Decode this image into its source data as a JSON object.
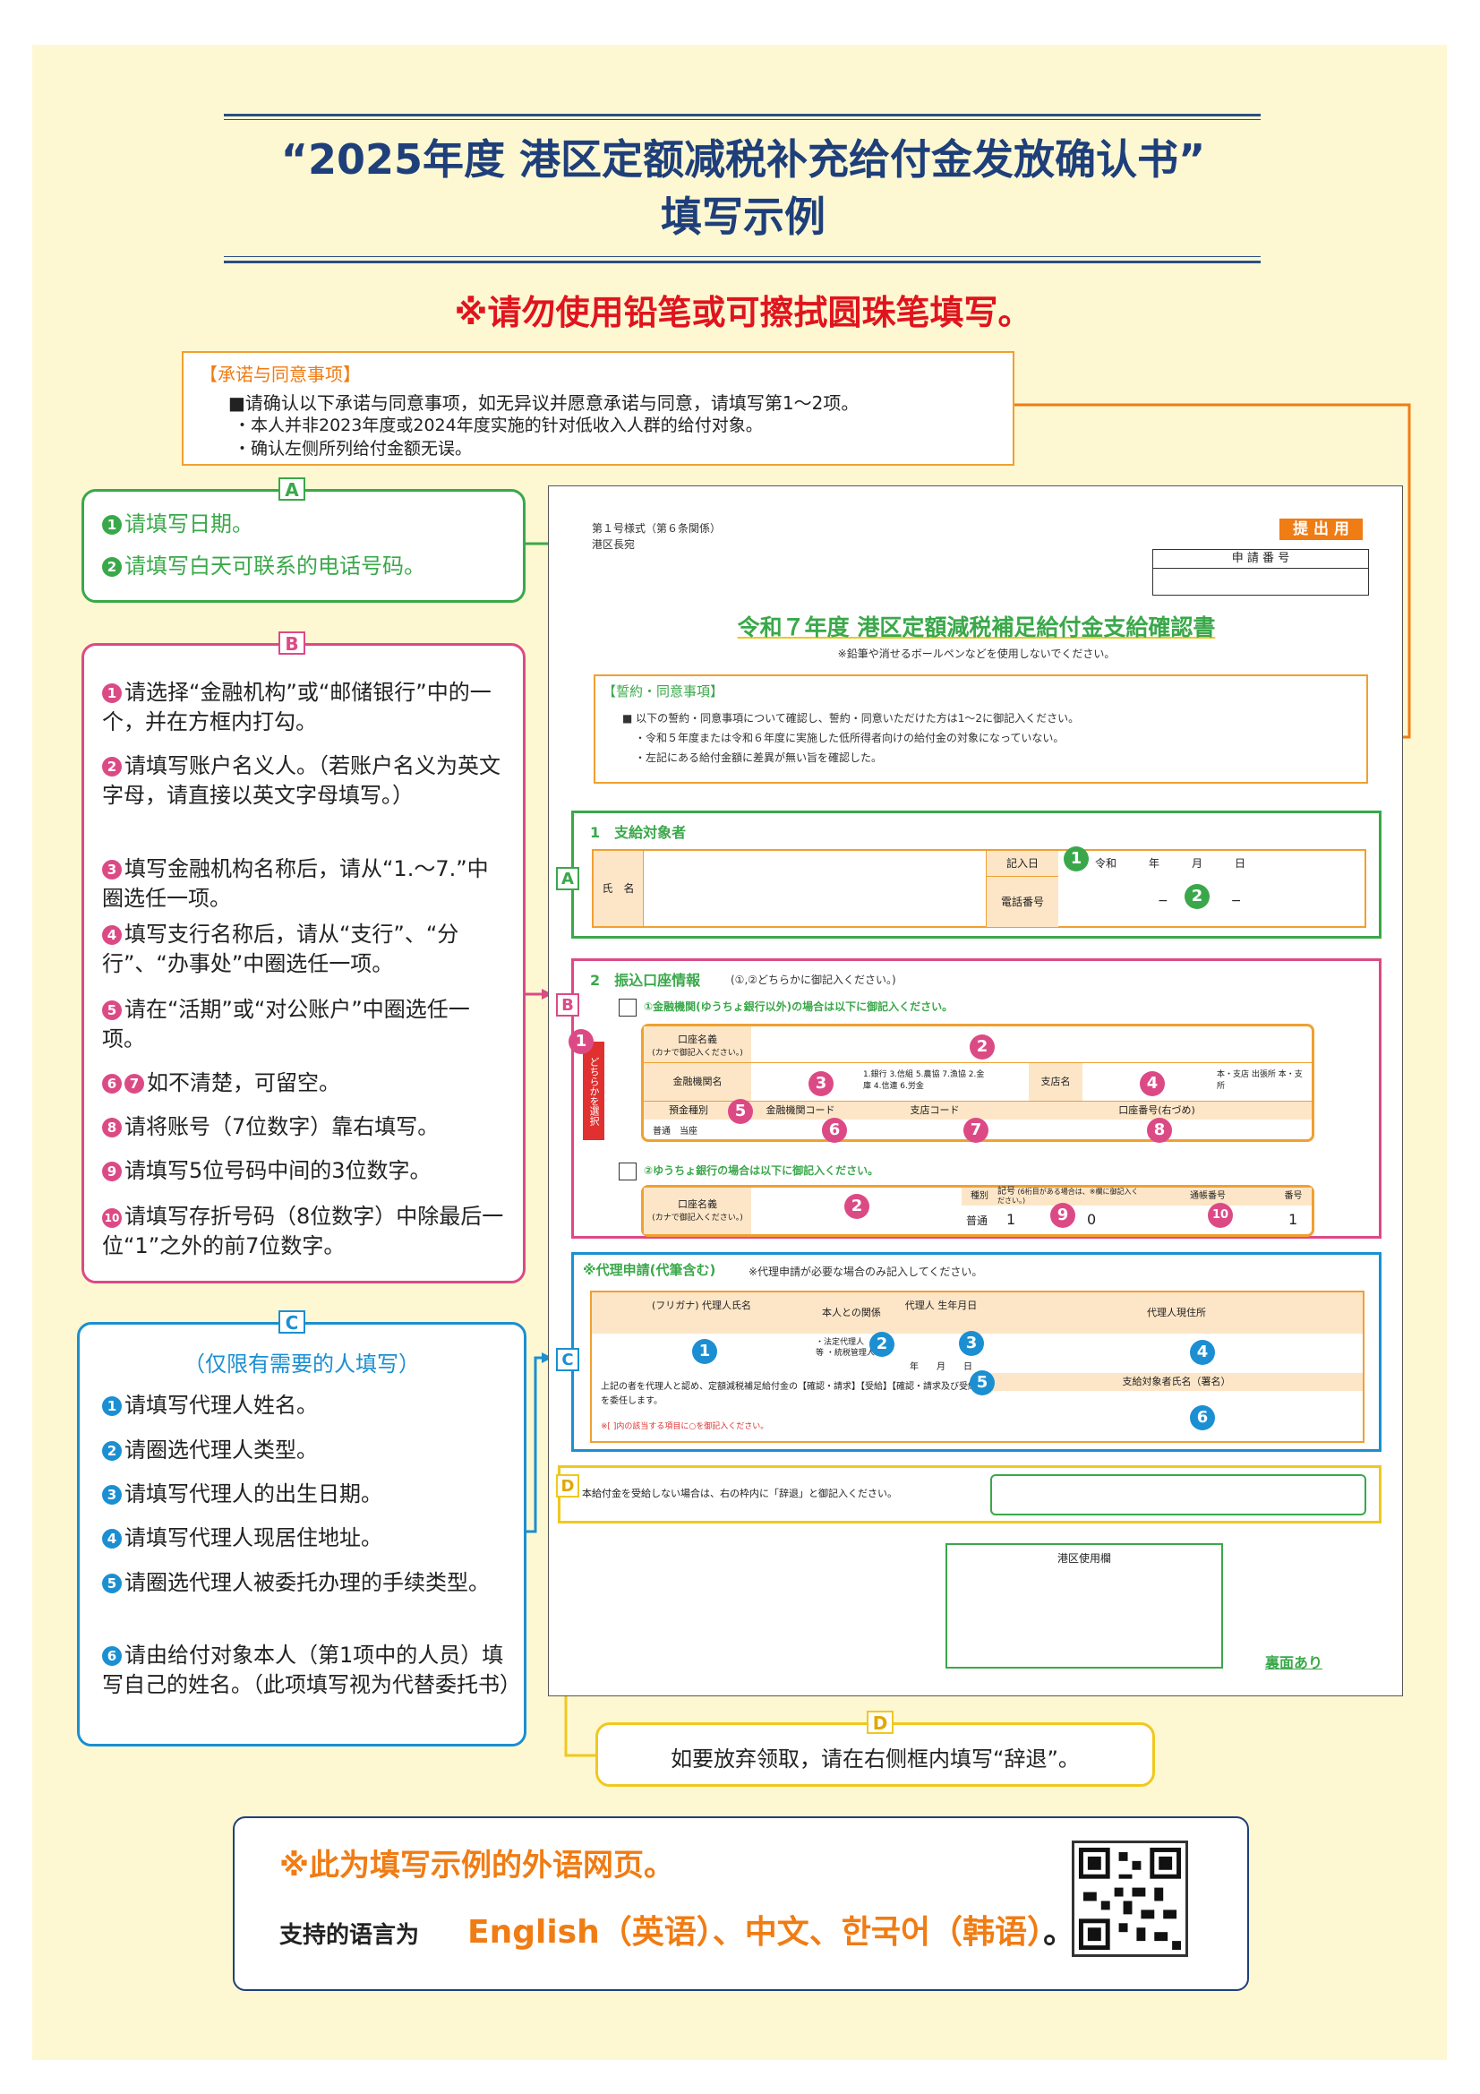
{
  "header": {
    "title_line1": "“2025年度 港区定额减税补充给付金发放确认书”",
    "title_line2": "填写示例",
    "warning": "※请勿使用铅笔或可擦拭圆珠笔填写。"
  },
  "pledge": {
    "heading": "【承诺与同意事项】",
    "line1": "■请确认以下承诺与同意事项，如无异议并愿意承诺与同意，请填写第1〜2项。",
    "line2": "・本人并非2023年度或2024年度实施的针对低收入人群的给付对象。",
    "line3": "・确认左侧所列给付金额无误。"
  },
  "section_a": {
    "tag": "A",
    "items": [
      "请填写日期。",
      "请填写白天可联系的电话号码。"
    ]
  },
  "section_b": {
    "tag": "B",
    "items": [
      {
        "n": "1",
        "text": "请选择“金融机构”或“邮储银行”中的一个，并在方框内打勾。"
      },
      {
        "n": "2",
        "text": "请填写账户名义人。（若账户名义为英文字母，请直接以英文字母填写。）"
      },
      {
        "n": "3",
        "text": "填写金融机构名称后，请从“1.〜7.”中圈选任一项。"
      },
      {
        "n": "4",
        "text": "填写支行名称后，请从“支行”、“分行”、“办事处”中圈选任一项。"
      },
      {
        "n": "5",
        "text": "请在“活期”或“对公账户”中圈选任一项。"
      },
      {
        "n": "67",
        "text": "如不清楚，可留空。"
      },
      {
        "n": "8",
        "text": "请将账号（7位数字）靠右填写。"
      },
      {
        "n": "9",
        "text": "请填写5位号码中间的3位数字。"
      },
      {
        "n": "10",
        "text": "请填写存折号码（8位数字）中除最后一位“1”之外的前7位数字。"
      }
    ]
  },
  "section_c": {
    "tag": "C",
    "subtitle": "（仅限有需要的人填写）",
    "items": [
      {
        "n": "1",
        "text": "请填写代理人姓名。"
      },
      {
        "n": "2",
        "text": "请圈选代理人类型。"
      },
      {
        "n": "3",
        "text": "请填写代理人的出生日期。"
      },
      {
        "n": "4",
        "text": "请填写代理人现居住地址。"
      },
      {
        "n": "5",
        "text": "请圈选代理人被委托办理的手续类型。"
      },
      {
        "n": "6",
        "text": "请由给付对象本人（第1项中的人员）填写自己的姓名。（此项填写视为代替委托书）"
      }
    ]
  },
  "section_d": {
    "tag": "D",
    "text": "如要放弃领取，请在右侧框内填写“辞退”。"
  },
  "form": {
    "form_no": "第１号様式（第６条関係）",
    "addressee": "港区長宛",
    "submit_badge": "提 出 用",
    "app_no_label": "申 請 番 号",
    "title": "令和７年度 港区定額減税補足給付金支給確認書",
    "note": "※鉛筆や消せるボールペンなどを使用しないでください。",
    "pledge_heading": "【誓約・同意事項】",
    "pledge_line1": "■ 以下の誓約・同意事項について確認し、誓約・同意いただけた方は1〜2に御記入ください。",
    "pledge_line2": "・令和５年度または令和６年度に実施した低所得者向けの給付金の対象になっていない。",
    "pledge_line3": "・左記にある給付金額に差異が無い旨を確認した。",
    "s1_title": "1　支給対象者",
    "s1_name": "氏　名",
    "s1_date_label": "記入日",
    "s1_date_value": "令和　　　年　　　月　　　日",
    "s1_phone_label": "電話番号",
    "s1_phone_value": "−　　　　　−",
    "s2_title": "2　振込口座情報",
    "s2_note": "(①,②どちらかに御記入ください。)",
    "s2_opt1": "①金融機関(ゆうちょ銀行以外)の場合は以下に御記入ください。",
    "s2_opt2": "②ゆうちょ銀行の場合は以下に御記入ください。",
    "choose_label": "どちらかを選択",
    "acct_name": "口座名義",
    "acct_kana": "(カナで御記入ください。)",
    "bank_name": "金融機関名",
    "bank_types": "1.銀行 3.信組 5.農協 7.漁協 2.金庫 4.信連 6.労金",
    "branch_name": "支店名",
    "branch_types": "本・支店 出張所 本・支所",
    "deposit_type": "預金種別",
    "deposit_opts": "普通　当座",
    "bank_code": "金融機関コード",
    "branch_code": "支店コード",
    "acct_no": "口座番号(右づめ)",
    "yucho_type": "種別",
    "yucho_type_val": "普通",
    "yucho_mark": "記号",
    "yucho_mark_note": "(6桁目がある場合は、※欄に御記入ください。)",
    "yucho_no": "通帳番号",
    "yucho_no2": "番号",
    "yucho_one": "1",
    "yucho_zero": "0",
    "yucho_last": "1",
    "proxy_title": "※代理申請(代筆含む)",
    "proxy_note": "※代理申請が必要な場合のみ記入してください。",
    "proxy_name": "(フリガナ) 代理人氏名",
    "proxy_rel": "本人との関係",
    "proxy_birth": "代理人 生年月日",
    "proxy_addr": "代理人現住所",
    "proxy_rel_opts": "・法定代理人 ・親族等 ・統税管理人等",
    "proxy_date": "年　　月　　日",
    "proxy_delegate": "上記の者を代理人と認め、定額減税補足給付金の【確認・請求】【受給】【確認・請求及び受給】を委任します。",
    "proxy_warn": "※[  ]内の該当する項目に○を御記入ください。",
    "proxy_signer": "支給対象者氏名（署名）",
    "decline": "本給付金を受給しない場合は、右の枠内に「辞退」と御記入ください。",
    "office_use": "港区使用欄",
    "back_note": "裏面あり"
  },
  "footer": {
    "notice": "※此为填写示例的外语网页。",
    "lang_label": "支持的语言为",
    "langs": "English（英语）、中文、한국어（韩语）",
    "lang_end": "。"
  }
}
